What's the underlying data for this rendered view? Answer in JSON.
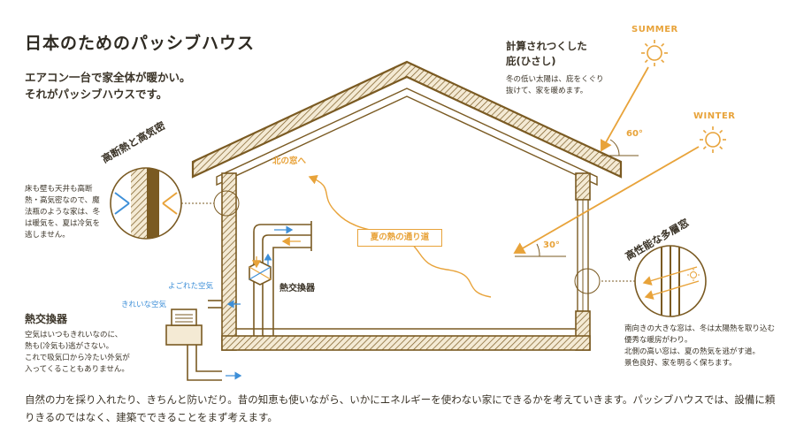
{
  "header": {
    "title": "日本のためのパッシブハウス",
    "lead_line1": "エアコン一台で家全体が暖かい。",
    "lead_line2": "それがパッシブハウスです。"
  },
  "eaves": {
    "title_line1": "計算されつくした",
    "title_line2": "庇(ひさし)",
    "desc_line1": "冬の低い太陽は、庇をくぐり",
    "desc_line2": "抜けて、家を暖めます。"
  },
  "sun": {
    "summer_label": "SUMMER",
    "winter_label": "WINTER",
    "summer_angle": "60°",
    "winter_angle": "30°"
  },
  "insulation": {
    "title": "高断熱と高気密",
    "desc_line1": "床も壁も天井も高断",
    "desc_line2": "熱・高気密なので、魔",
    "desc_line3": "法瓶のような家は、冬",
    "desc_line4": "は暖気を、夏は冷気を",
    "desc_line5": "逃しません。"
  },
  "window": {
    "title": "高性能な多層窓",
    "desc_line1": "南向きの大きな窓は、冬は太陽熱を取り込む",
    "desc_line2": "優秀な暖房がわり。",
    "desc_line3": "北側の高い窓は、夏の熱気を逃がす道。",
    "desc_line4": "景色良好、家を明るく保ちます。"
  },
  "heat_exchanger": {
    "label": "熱交換器",
    "title": "熱交換器",
    "dirty_air": "よごれた空気",
    "clean_air": "きれいな空気",
    "desc_line1": "空気はいつもきれいなのに、",
    "desc_line2": "熱も(冷気も)逃がさない。",
    "desc_line3": "これで吸気口から冷たい外気が",
    "desc_line4": "入ってくることもありません。"
  },
  "airflow": {
    "north_window": "北の窓へ",
    "summer_heat_path": "夏の熱の通り道"
  },
  "footer": {
    "text": "自然の力を採り入れたり、きちんと防いだり。昔の知恵も使いながら、いかにエネルギーを使わない家にできるかを考えていきます。パッシブハウスでは、設備に頼りきるのではなく、建築でできることをまず考えます。"
  },
  "colors": {
    "wall": "#7a5a22",
    "hatch_bg": "#f4ead4",
    "orange": "#e8a33a",
    "blue": "#3d8fd8",
    "text": "#3a3327"
  }
}
